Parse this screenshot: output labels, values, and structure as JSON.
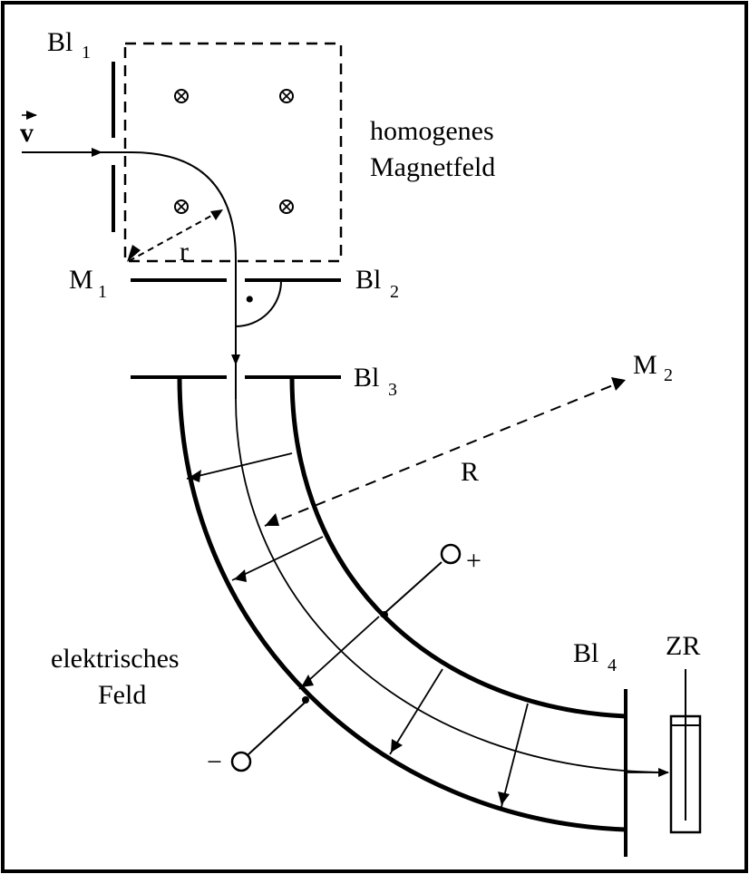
{
  "labels": {
    "bl1": "Bl",
    "bl1_sub": "1",
    "bl2": "Bl",
    "bl2_sub": "2",
    "bl3": "Bl",
    "bl3_sub": "3",
    "bl4": "Bl",
    "bl4_sub": "4",
    "m1": "M",
    "m1_sub": "1",
    "m2": "M",
    "m2_sub": "2",
    "v": "v",
    "r_small": "r",
    "r_big": "R",
    "magnet_line1": "homogenes",
    "magnet_line2": "Magnetfeld",
    "elec_line1": "elektrisches",
    "elec_line2": "Feld",
    "zr": "ZR",
    "plus": "+",
    "minus": "−",
    "right_angle_dot": "•"
  },
  "colors": {
    "ink": "#000000",
    "background": "#ffffff"
  },
  "icons": {
    "field_into_page": "circle-times-icon",
    "terminal": "open-circle-icon"
  }
}
